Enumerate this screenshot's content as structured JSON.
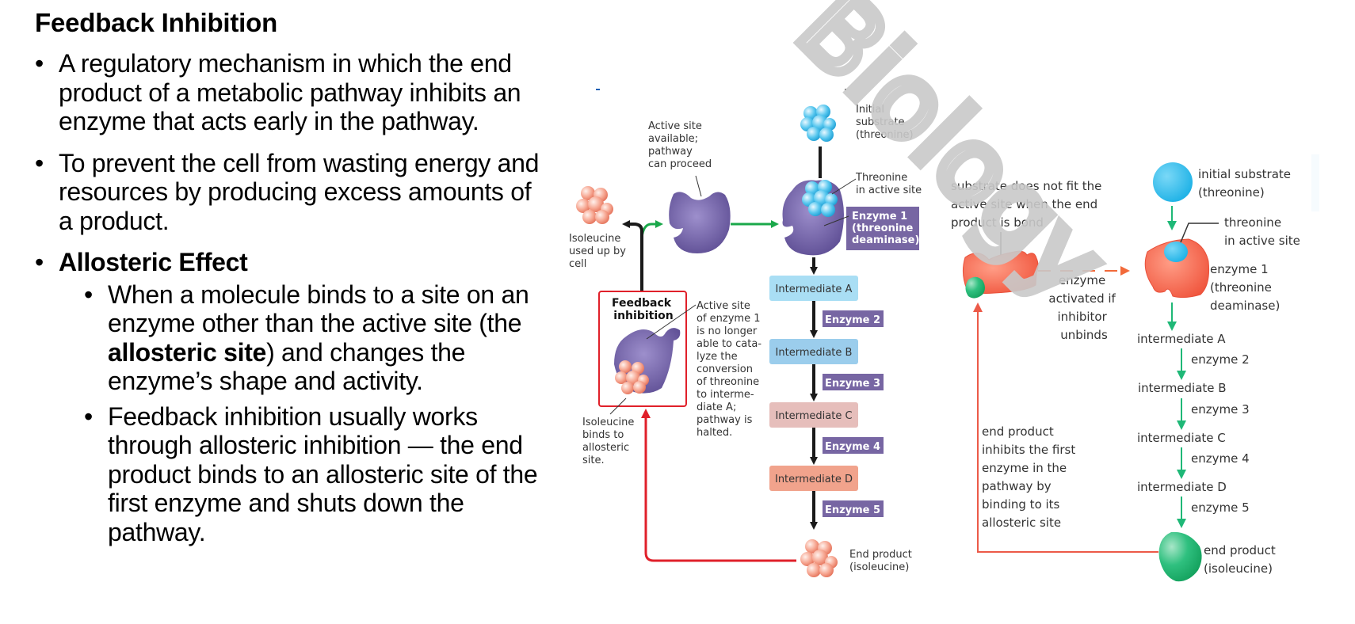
{
  "slide": {
    "title": "Feedback Inhibition",
    "bullets": [
      {
        "text": "A regulatory mechanism in which the end product of a metabolic pathway inhibits an enzyme that acts early in the pathway."
      },
      {
        "text": "To prevent the cell from wasting energy and resources by producing excess amounts of a product."
      },
      {
        "text": "Allosteric Effect"
      }
    ],
    "sub_bullets": [
      {
        "pre": "When a molecule binds to a site on an enzyme other than the active site (the ",
        "bold": "allosteric site",
        "post": ") and changes the enzyme’s shape and activity."
      },
      {
        "text": "Feedback inhibition usually works through allosteric inhibition — the end product binds to an allosteric site of the first enzyme and shuts down the pathway."
      }
    ]
  },
  "watermark": {
    "text": "Biology"
  },
  "diagram_left": {
    "initial_substrate": [
      "Initial",
      "substrate",
      "(threonine)"
    ],
    "threonine_active_site": [
      "Threonine",
      "in active site"
    ],
    "active_site_available": [
      "Active site",
      "available;",
      "pathway",
      "can proceed"
    ],
    "isoleucine_used": [
      "Isoleucine",
      "used up by",
      "cell"
    ],
    "enzyme1_label": [
      "Enzyme 1",
      "(threonine",
      "deaminase)"
    ],
    "feedback_box_title": [
      "Feedback",
      "inhibition"
    ],
    "active_site_no_longer": [
      "Active site",
      "of enzyme 1",
      "is no longer",
      "able to cata-",
      "lyze the",
      "conversion",
      "of threonine",
      "to interme-",
      "diate A;",
      "pathway is",
      "halted."
    ],
    "isoleucine_binds": [
      "Isoleucine",
      "binds to",
      "allosteric",
      "site."
    ],
    "intermediates": [
      "Intermediate A",
      "Intermediate B",
      "Intermediate C",
      "Intermediate D"
    ],
    "enzymes": [
      "Enzyme 2",
      "Enzyme 3",
      "Enzyme 4",
      "Enzyme 5"
    ],
    "end_product": [
      "End product",
      "(isoleucine)"
    ],
    "colors": {
      "enzyme_purple": "#7a6aa8",
      "label_purple": "#7766a3",
      "int_a": "#a9def4",
      "int_b": "#9bcdec",
      "int_c": "#e6bebb",
      "int_d": "#f1a38c",
      "feedback_red": "#e0202a",
      "green_arrow": "#1aa84a",
      "substrate_blue": "#3bb6e6",
      "isoleucine_salmon": "#f39a85"
    }
  },
  "diagram_right": {
    "substrate_not_fit": [
      "substrate does not fit the",
      "active site when the end",
      "product is bond"
    ],
    "initial_substrate": [
      "initial substrate",
      "(threonine)"
    ],
    "threonine_active_site": [
      "threonine",
      "in active site"
    ],
    "enzyme_activated": [
      "enzyme",
      "activated if",
      "inhibitor",
      "unbinds"
    ],
    "enzyme1": [
      "enzyme 1",
      "(threonine",
      "deaminase)"
    ],
    "intermediates": [
      "intermediate A",
      "intermediate B",
      "intermediate C",
      "intermediate D"
    ],
    "enzymes": [
      "enzyme 2",
      "enzyme 3",
      "enzyme 4",
      "enzyme 5"
    ],
    "end_inhibits": [
      "end product",
      "inhibits the first",
      "enzyme in the",
      "pathway by",
      "binding to its",
      "allosteric site"
    ],
    "end_product": [
      "end product",
      "(isoleucine)"
    ],
    "colors": {
      "enzyme_red": "#f3604a",
      "substrate_cyan": "#34c0ec",
      "green": "#1fb877",
      "line_red": "#ec5a48",
      "dash_orange": "#f26a3a"
    }
  }
}
